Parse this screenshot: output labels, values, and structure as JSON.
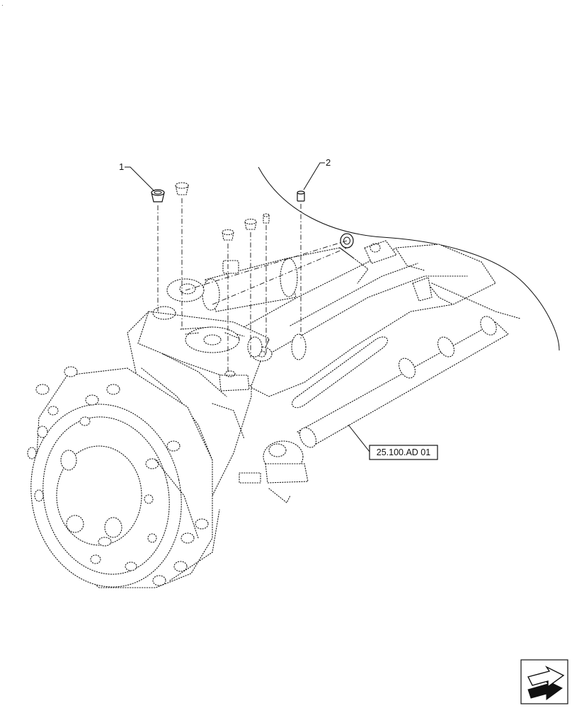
{
  "callouts": [
    {
      "number": "1",
      "part": "grease-cap"
    },
    {
      "number": "2",
      "part": "grease-fitting"
    }
  ],
  "reference_label": "25.100.AD 01",
  "nav_icon": "next-page-arrow-icon"
}
